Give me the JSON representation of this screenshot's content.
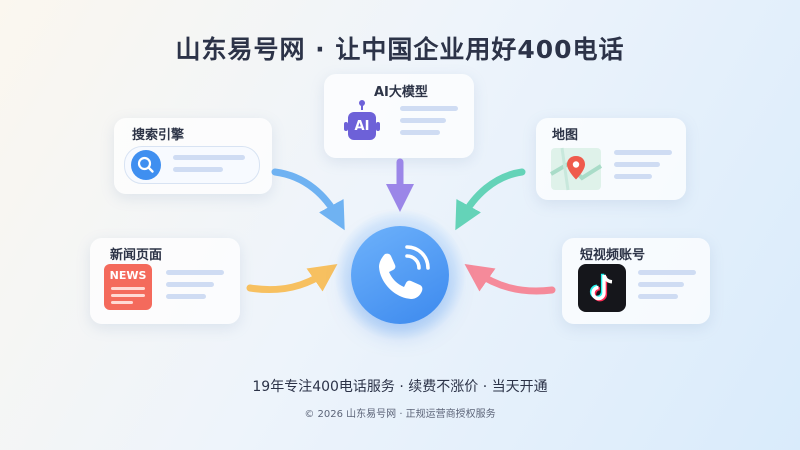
{
  "title": "山东易号网 · 让中国企业用好400电话",
  "cards": {
    "ai": {
      "label": "AI大模型",
      "icon_text": "AI",
      "icon": "robot-icon"
    },
    "search": {
      "label": "搜索引擎",
      "icon": "search-icon"
    },
    "map": {
      "label": "地图",
      "icon": "map-pin-icon"
    },
    "news": {
      "label": "新闻页面",
      "icon_text": "NEWS",
      "icon": "news-icon"
    },
    "video": {
      "label": "短视频账号",
      "icon": "tiktok-icon"
    }
  },
  "center": {
    "icon": "phone-call-icon"
  },
  "tagline": "19年专注400电话服务 · 续费不涨价 · 当天开通",
  "copyright": "© 2026 山东易号网 · 正规运营商授权服务",
  "colors": {
    "ai_arrow": "#9b86e8",
    "search_arrow": "#6fb2f2",
    "map_arrow": "#64d3b8",
    "news_arrow": "#f7c060",
    "video_arrow": "#f58a9a",
    "hub": "#4a93f0"
  }
}
